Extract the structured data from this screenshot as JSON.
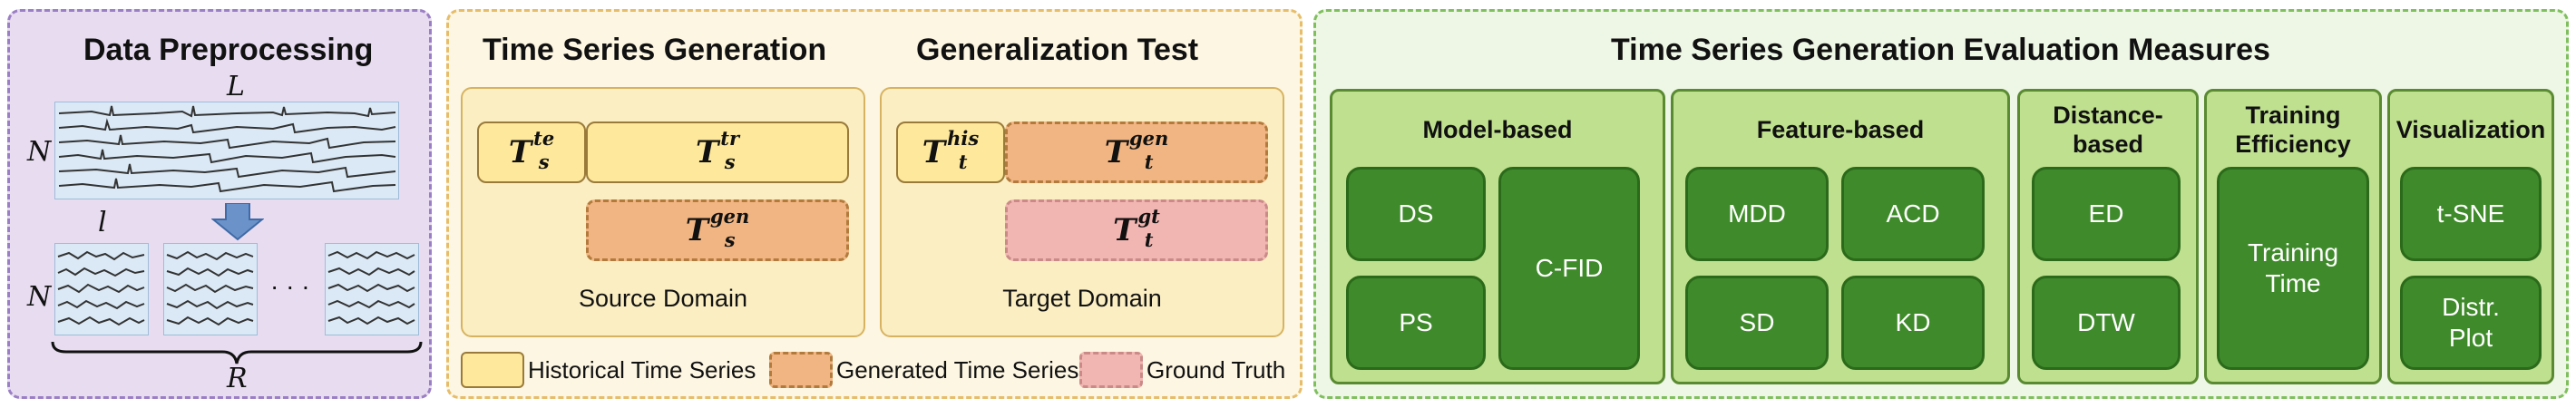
{
  "preprocessing": {
    "title": "Data Preprocessing",
    "label_L": "L",
    "label_N_top": "N",
    "label_l": "l",
    "label_N_bottom": "N",
    "ellipsis": "· · ·",
    "label_R": "R"
  },
  "generation": {
    "title": "Time Series Generation",
    "source_domain": "Source Domain",
    "test": {
      "base": "T",
      "sup": "te",
      "sub": "s"
    },
    "train": {
      "base": "T",
      "sup": "tr",
      "sub": "s"
    },
    "gen": {
      "base": "T",
      "sup": "gen",
      "sub": "s"
    }
  },
  "generalization": {
    "title": "Generalization Test",
    "target_domain": "Target Domain",
    "his": {
      "base": "T",
      "sup": "his",
      "sub": "t"
    },
    "gen": {
      "base": "T",
      "sup": "gen",
      "sub": "t"
    },
    "gt": {
      "base": "T",
      "sup": "gt",
      "sub": "t"
    }
  },
  "legend": {
    "historical": "Historical Time Series",
    "generated": "Generated Time Series",
    "ground_truth": "Ground Truth"
  },
  "evaluation": {
    "title": "Time Series Generation Evaluation Measures",
    "model_based": {
      "title": "Model-based",
      "ds": "DS",
      "ps": "PS",
      "cfid": "C-FID"
    },
    "feature_based": {
      "title": "Feature-based",
      "mdd": "MDD",
      "acd": "ACD",
      "sd": "SD",
      "kd": "KD"
    },
    "distance_based": {
      "title_line1": "Distance-",
      "title_line2": "based",
      "ed": "ED",
      "dtw": "DTW"
    },
    "training_efficiency": {
      "title_line1": "Training",
      "title_line2": "Efficiency",
      "time_line1": "Training",
      "time_line2": "Time"
    },
    "visualization": {
      "title": "Visualization",
      "tsne": "t-SNE",
      "plot_line1": "Distr.",
      "plot_line2": "Plot"
    }
  },
  "colors": {
    "preprocessing_bg": "#e8dcf0",
    "generation_bg": "#fdf6e2",
    "evaluation_bg": "#eef7e6",
    "historical": "#fde89b",
    "generated": "#f0b582",
    "ground_truth": "#f2b6b2",
    "measure": "#3f8a2a",
    "arrow": "#6b93c9"
  },
  "icons": {
    "down_arrow": "arrow-down-icon",
    "brace": "curly-brace-icon"
  }
}
